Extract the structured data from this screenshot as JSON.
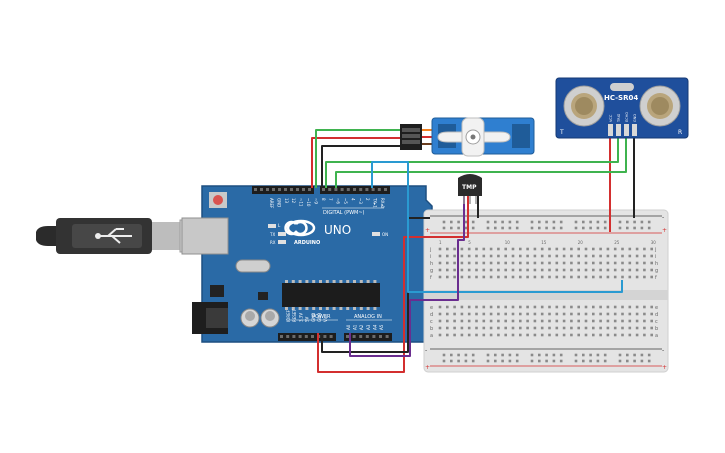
{
  "arduino": {
    "aref": "AREF",
    "gnd": "GND",
    "pins_top": [
      "13",
      "12",
      "~11",
      "~10",
      "~9",
      "8",
      "7",
      "~6",
      "~5",
      "4",
      "~3",
      "2",
      "TX▸1",
      "RX◂0"
    ],
    "digital_label": "DIGITAL (PWM~)",
    "uno": "UNO",
    "brand": "ARDUINO",
    "on": "ON",
    "l": "L",
    "tx": "TX",
    "rx": "RX",
    "power": "POWER",
    "analog_in": "ANALOG IN",
    "power_pins": [
      "IOREF",
      "RESET",
      "3.3V",
      "5V",
      "GND",
      "GND",
      "Vin"
    ],
    "analog_pins": [
      "A0",
      "A1",
      "A2",
      "A3",
      "A4",
      "A5"
    ]
  },
  "sensor": {
    "label": "HC-SR04",
    "pins": [
      "VCC",
      "TRIG",
      "ECHO",
      "GND"
    ],
    "left_mark": "T",
    "right_mark": "R"
  },
  "tmp": {
    "label": "TMP"
  },
  "breadboard": {
    "rows_top": [
      "j",
      "i",
      "h",
      "g",
      "f"
    ],
    "rows_bottom": [
      "e",
      "d",
      "c",
      "b",
      "a"
    ],
    "col_numbers": [
      "1",
      "5",
      "10",
      "15",
      "20",
      "25",
      "30"
    ],
    "plus": "+",
    "minus": "-"
  },
  "colors": {
    "board": "#2a6aa6",
    "board_dark": "#1d4f80",
    "wire_red": "#d32f2f",
    "wire_black": "#222222",
    "wire_green": "#3fb34f",
    "wire_blue": "#2a9ad1",
    "wire_purple": "#6a2d8f",
    "servo": "#2f7fd0"
  }
}
